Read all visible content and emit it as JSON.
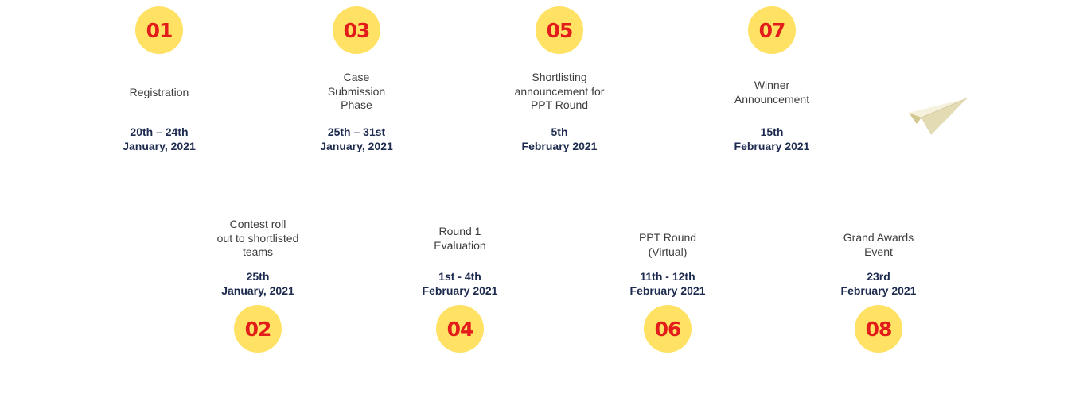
{
  "steps": [
    {
      "number": "01",
      "label": "Registration",
      "date": "20th – 24th\nJanuary, 2021"
    },
    {
      "number": "02",
      "label": "Contest roll\nout to shortlisted\nteams",
      "date": "25th\nJanuary, 2021"
    },
    {
      "number": "03",
      "label": "Case\nSubmission\nPhase",
      "date": "25th – 31st\nJanuary, 2021"
    },
    {
      "number": "04",
      "label": "Round 1\nEvaluation",
      "date": "1st - 4th\nFebruary 2021"
    },
    {
      "number": "05",
      "label": "Shortlisting\nannouncement for\nPPT Round",
      "date": "5th\nFebruary 2021"
    },
    {
      "number": "06",
      "label": "PPT Round\n(Virtual)",
      "date": "11th - 12th\nFebruary 2021"
    },
    {
      "number": "07",
      "label": "Winner\nAnnouncement",
      "date": "15th\nFebruary 2021"
    },
    {
      "number": "08",
      "label": "Grand Awards\nEvent",
      "date": "23rd\nFebruary 2021"
    }
  ],
  "colors": {
    "badge_fill": "#ffe164",
    "badge_number": "#e21b1b",
    "label_text": "#3d3d3d",
    "date_text": "#1d2b4f"
  },
  "decoration": {
    "icon": "paper-plane-icon"
  }
}
